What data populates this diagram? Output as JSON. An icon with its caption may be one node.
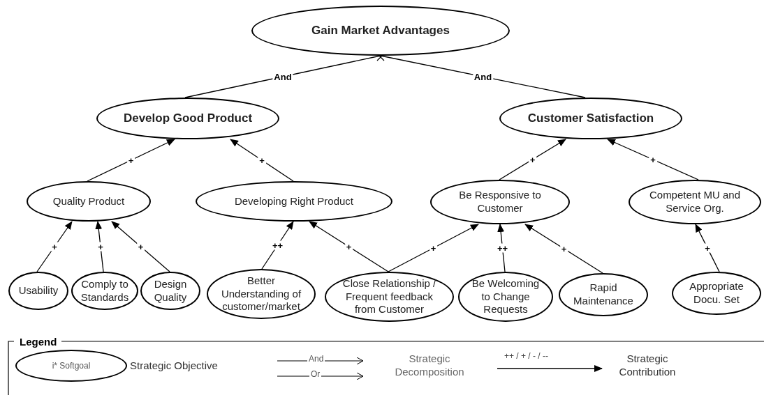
{
  "diagram": {
    "nodes": [
      {
        "text": [
          "Gain Market Advantages"
        ]
      },
      {
        "text": [
          "Develop Good Product"
        ]
      },
      {
        "text": [
          "Customer Satisfaction"
        ]
      },
      {
        "text": [
          "Quality Product"
        ]
      },
      {
        "text": [
          "Developing Right Product"
        ]
      },
      {
        "text": [
          "Be Responsive to Customer"
        ]
      },
      {
        "text": [
          "Competent MU and Service Org."
        ]
      },
      {
        "text": [
          "Usability"
        ]
      },
      {
        "text": [
          "Comply to Standards"
        ]
      },
      {
        "text": [
          "Design Quality"
        ]
      },
      {
        "text": [
          "Better Understanding of customer/market"
        ]
      },
      {
        "text": [
          "Close Relationship / Frequent feedback from Customer"
        ]
      },
      {
        "text": [
          "Be Welcoming to Change Requests"
        ]
      },
      {
        "text": [
          "Rapid Maintenance"
        ]
      },
      {
        "text": [
          "Appropriate Docu. Set"
        ]
      }
    ],
    "edges": [
      {
        "from": 1,
        "to": 0,
        "arrow": "none",
        "label": "And"
      },
      {
        "from": 2,
        "to": 0,
        "arrow": "none",
        "label": "And"
      },
      {
        "from": 3,
        "to": 1,
        "arrow": "to",
        "label": "+"
      },
      {
        "from": 4,
        "to": 1,
        "arrow": "to",
        "label": "+"
      },
      {
        "from": 5,
        "to": 2,
        "arrow": "to",
        "label": "+"
      },
      {
        "from": 6,
        "to": 2,
        "arrow": "to",
        "label": "+"
      },
      {
        "from": 7,
        "to": 3,
        "arrow": "to",
        "label": "+"
      },
      {
        "from": 8,
        "to": 3,
        "arrow": "to",
        "label": "+"
      },
      {
        "from": 9,
        "to": 3,
        "arrow": "to",
        "label": "+"
      },
      {
        "from": 10,
        "to": 4,
        "arrow": "to",
        "label": "++"
      },
      {
        "from": 11,
        "to": 4,
        "arrow": "to",
        "label": "+"
      },
      {
        "from": 11,
        "to": 5,
        "arrow": "to",
        "label": "+"
      },
      {
        "from": 12,
        "to": 5,
        "arrow": "to",
        "label": "++"
      },
      {
        "from": 13,
        "to": 5,
        "arrow": "to",
        "label": "+"
      },
      {
        "from": 14,
        "to": 6,
        "arrow": "to",
        "label": "+"
      }
    ],
    "labels": [
      "Legend",
      "i* Softgoal",
      "And",
      "Or",
      "++ / + / - / --"
    ],
    "legend": [
      {
        "text": "Strategic Objective"
      },
      {
        "text": "Strategic Decomposition"
      },
      {
        "text": "Strategic Contribution"
      }
    ]
  }
}
